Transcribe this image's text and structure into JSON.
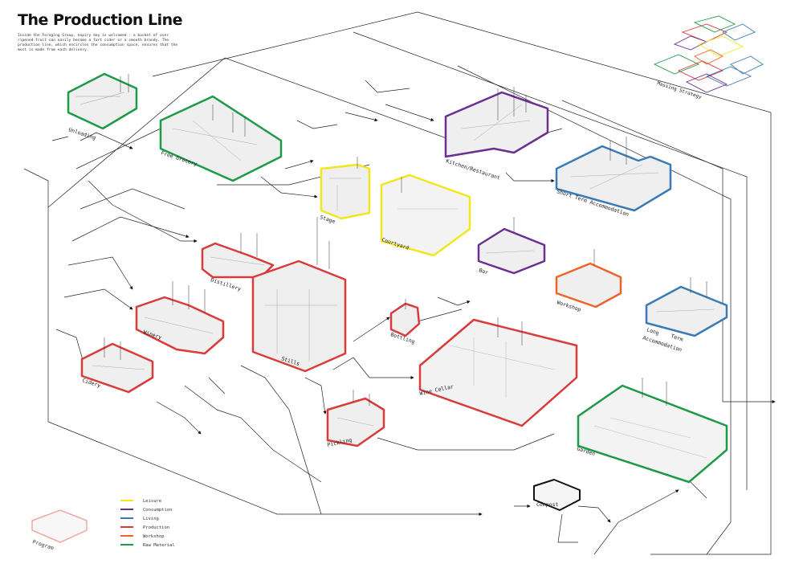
{
  "title": "The Production Line",
  "intro": "Inside the Foraging Group, expiry day is welcomed - a bucket of over ripened fruit can easily become a fart cider or a smooth brandy. The production line, which encircles the consumption space, ensures that the most is made from each delivery.",
  "colors": {
    "leisure": "#f2e61d",
    "consumption": "#6a2f91",
    "living": "#3b7bb5",
    "production": "#d93a3a",
    "workshop": "#ec6428",
    "raw_material": "#1c9a47",
    "compost": "#111111",
    "program": "#f0a8a4"
  },
  "spaces": {
    "unloading": "Unloading",
    "free_grocery": "Free Grocery",
    "kitchen": "Kitchen/Restaurant",
    "short_term": "Short Term Accommodation",
    "stage": "Stage",
    "courtyard": "Courtyard",
    "bar": "Bar",
    "workshop": "Workshop",
    "long_term_1": "Long",
    "long_term_2": "Term",
    "long_term_3": "Accommodation",
    "distillery": "Distillery",
    "stills": "Stills",
    "winery": "Winery",
    "cidery": "Cidery",
    "bottling": "Bottling",
    "wine_cellar": "Wine Cellar",
    "pickling": "Pickling",
    "garden": "Garden",
    "compost": "Compost"
  },
  "massing": {
    "label": "Massing Strategy"
  },
  "legend": {
    "program_label": "Program",
    "items": [
      {
        "label": "Leisure"
      },
      {
        "label": "Consumption"
      },
      {
        "label": "Living"
      },
      {
        "label": "Production"
      },
      {
        "label": "Workshop"
      },
      {
        "label": "Raw Material"
      }
    ]
  }
}
